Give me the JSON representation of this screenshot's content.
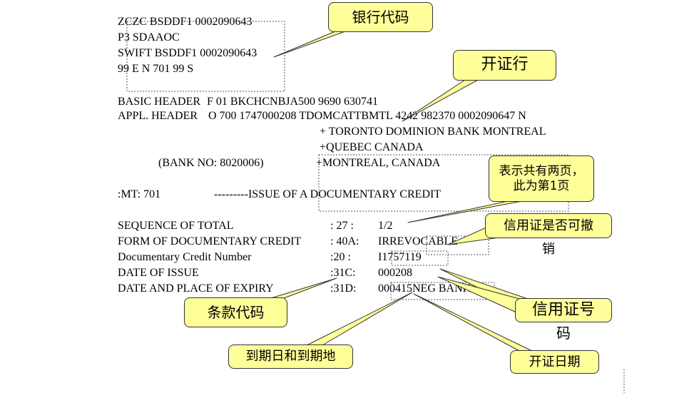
{
  "header_block": {
    "lines": [
      "ZCZC BSDDF1 0002090643",
      "P3 SDAAOC",
      "SWIFT BSDDF1 0002090643",
      "99 E N 701 99 S"
    ]
  },
  "basic_header": {
    "label": "BASIC HEADER",
    "value": "F 01 BKCHCNBJA500 9690 630741"
  },
  "appl_header": {
    "label": "APPL. HEADER",
    "value": "O 700 1747000208 TDOMCATTBMTL 4242 982370 0002090647 N"
  },
  "issuing_bank": {
    "lines": [
      "+ TORONTO DOMINION BANK MONTREAL",
      "+QUEBEC CANADA",
      "+MONTREAL, CANADA"
    ],
    "bank_no": "(BANK NO: 8020006)"
  },
  "message_type": {
    "label": ":MT: 701",
    "title": "---------ISSUE OF A DOCUMENTARY CREDIT"
  },
  "fields": [
    {
      "name": "SEQUENCE OF TOTAL",
      "tag": ": 27 :",
      "value": "1/2"
    },
    {
      "name": "FORM OF DOCUMENTARY CREDIT",
      "tag": ": 40A:",
      "value": "IRREVOCABLE"
    },
    {
      "name": "Documentary Credit Number",
      "tag": ":20 :",
      "value": "I1757119"
    },
    {
      "name": "DATE OF ISSUE",
      "tag": ":31C:",
      "value": "000208"
    },
    {
      "name": "DATE AND PLACE OF EXPIRY",
      "tag": ":31D:",
      "value": "000415NEG BANK"
    }
  ],
  "callouts": {
    "bank_code": "银行代码",
    "issuing_bank": "开证行",
    "page_info": [
      "表示共有两页，",
      "此为第1页"
    ],
    "revocable": [
      "信用证是否可撤",
      "销"
    ],
    "credit_number": [
      "信用证号",
      "码"
    ],
    "clause_code": "条款代码",
    "expiry": "到期日和到期地",
    "issue_date": "开证日期"
  },
  "colors": {
    "callout_fill": "#FFFF99",
    "callout_border": "#333333",
    "dotted_line": "#555555",
    "text": "#000000"
  }
}
